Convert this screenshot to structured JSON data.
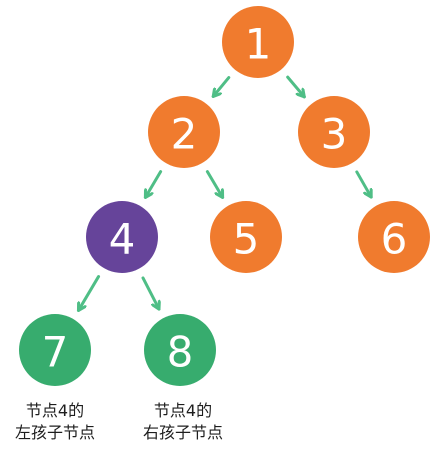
{
  "colors": {
    "node_default": "#F07B2E",
    "node_highlight": "#66449A",
    "node_children": "#37AC6E",
    "edge": "#4FBE86",
    "node_text": "#FFFFFF"
  },
  "nodes": [
    {
      "id": "1",
      "label": "1",
      "color_key": "node_default"
    },
    {
      "id": "2",
      "label": "2",
      "color_key": "node_default"
    },
    {
      "id": "3",
      "label": "3",
      "color_key": "node_default"
    },
    {
      "id": "4",
      "label": "4",
      "color_key": "node_highlight"
    },
    {
      "id": "5",
      "label": "5",
      "color_key": "node_default"
    },
    {
      "id": "6",
      "label": "6",
      "color_key": "node_default"
    },
    {
      "id": "7",
      "label": "7",
      "color_key": "node_children"
    },
    {
      "id": "8",
      "label": "8",
      "color_key": "node_children"
    }
  ],
  "edges": [
    {
      "from": "1",
      "to": "2"
    },
    {
      "from": "1",
      "to": "3"
    },
    {
      "from": "2",
      "to": "4"
    },
    {
      "from": "2",
      "to": "5"
    },
    {
      "from": "3",
      "to": "6"
    },
    {
      "from": "4",
      "to": "7"
    },
    {
      "from": "4",
      "to": "8"
    }
  ],
  "captions": {
    "left_child": {
      "line1": "节点4的",
      "line2": "左孩子节点"
    },
    "right_child": {
      "line1": "节点4的",
      "line2": "右孩子节点"
    }
  }
}
